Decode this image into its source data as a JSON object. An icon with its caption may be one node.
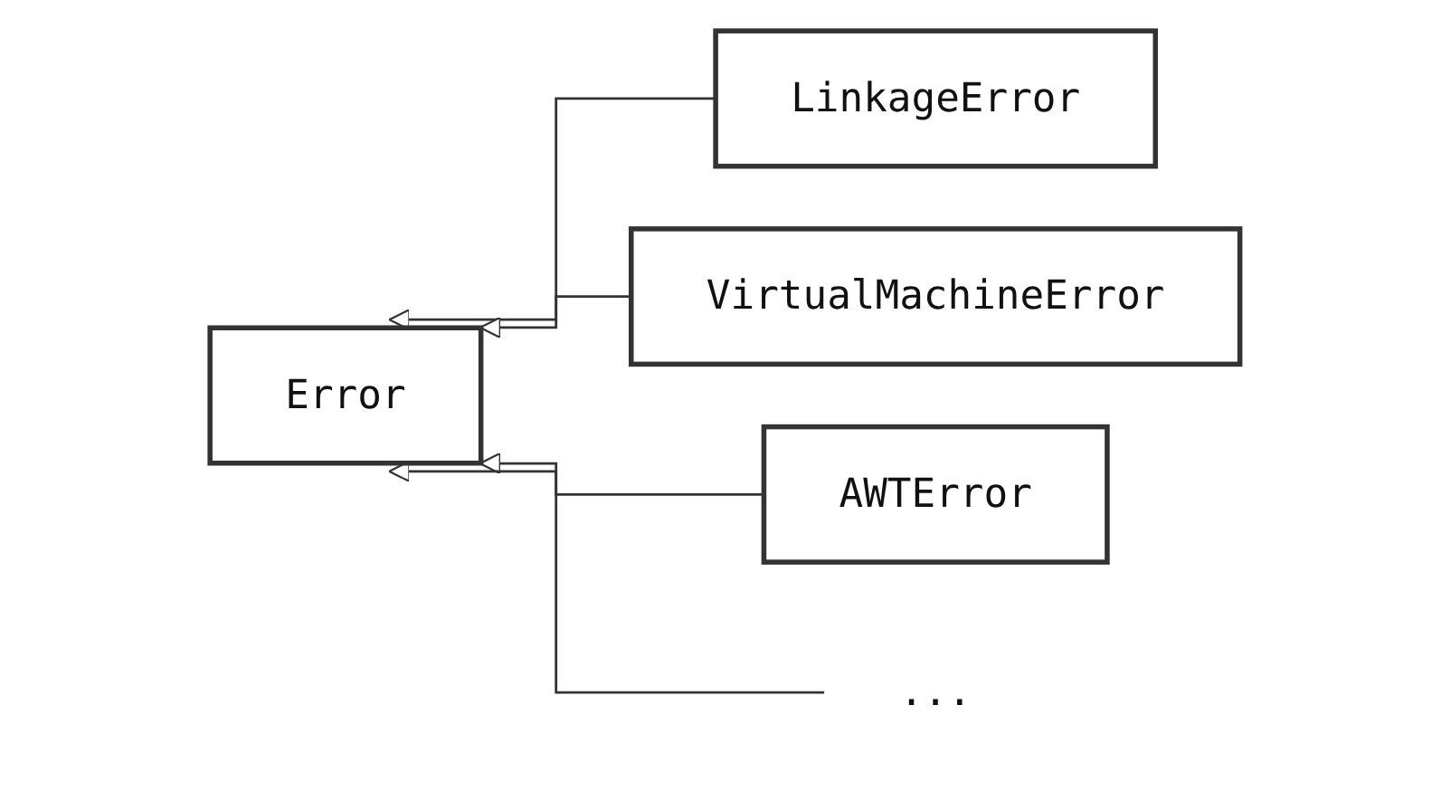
{
  "diagram": {
    "nodes": [
      {
        "text": [
          "Error"
        ]
      },
      {
        "text": [
          "LinkageError"
        ]
      },
      {
        "text": [
          "VirtualMachineError"
        ]
      },
      {
        "text": [
          "AWTError"
        ]
      },
      {
        "text": [
          "..."
        ]
      }
    ],
    "edges": [
      {
        "from": 1,
        "to": 0,
        "arrow": "to"
      },
      {
        "from": 2,
        "to": 0,
        "arrow": "to"
      },
      {
        "from": 3,
        "to": 0,
        "arrow": "to"
      },
      {
        "from": 4,
        "to": 0,
        "arrow": "to"
      }
    ]
  }
}
